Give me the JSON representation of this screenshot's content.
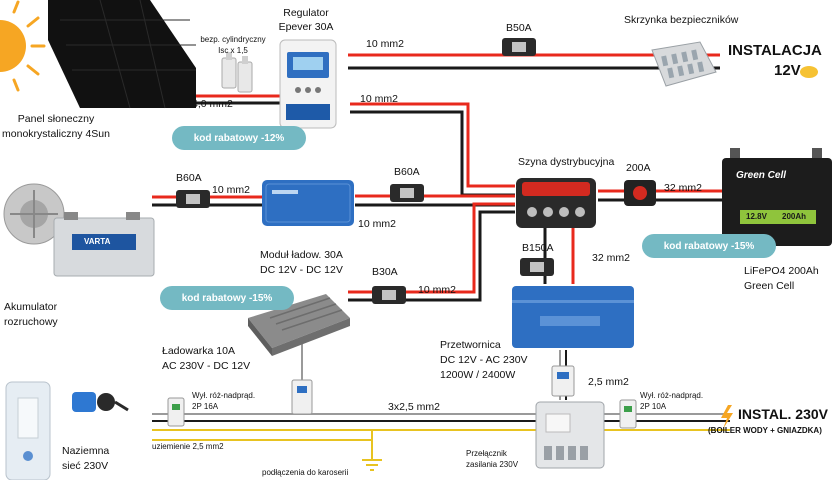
{
  "colors": {
    "positive": "#e8291c",
    "negative": "#1a1a1a",
    "earth": "#e8c320",
    "ac": "#9a9a9a",
    "pill": "#74b9c3",
    "sun": "#f6a623",
    "victron": "#2e6fc2",
    "battery_green": "#8fc43c"
  },
  "labels": {
    "panel": [
      "Panel słoneczny",
      "monokrystaliczny 4Sun"
    ],
    "fuses_cyl": [
      "bezp. cylindryczny",
      "Isc x 1,5"
    ],
    "panel_wire": "4,0 mm2",
    "regulator": [
      "Regulator",
      "Epever 30A"
    ],
    "reg_wire_top": "10 mm2",
    "reg_wire_low": "10 mm2",
    "fuse_b50": "B50A",
    "fusebox": "Skrzynka bezpieczników",
    "install12": "INSTALACJA",
    "install12_v": "12V",
    "busbar": "Szyna dystrybucyjna",
    "fuse_200": "200A",
    "batt_wire": "32 mm2",
    "battery_label": [
      "LiFePO4 200Ah",
      "Green Cell"
    ],
    "battery_brand": "Green Cell",
    "battery_spec": [
      "12.8V",
      "200Ah"
    ],
    "fuse_b60_left": "B60A",
    "alt_wire": "10 mm2",
    "fuse_b60_right": "B60A",
    "dcdc_wire_out": "10 mm2",
    "dcdc_label": [
      "Moduł ładow. 30A",
      "DC 12V - DC 12V"
    ],
    "alt_label": [
      "Akumulator",
      "rozruchowy"
    ],
    "battery_varta": "VARTA",
    "fuse_b150": "B150A",
    "inv_wire": "32 mm2",
    "fuse_b30": "B30A",
    "charger_wire": "10 mm2",
    "charger_label": [
      "Ładowarka 10A",
      "AC 230V - DC 12V"
    ],
    "inverter_label": [
      "Przetwornica",
      "DC 12V - AC 230V",
      "1200W / 2400W"
    ],
    "inv_ac_wire": "2,5 mm2",
    "rcd_left": [
      "Wył. róż-nadprąd.",
      "2P 16A"
    ],
    "ac_wire": "3x2,5 mm2",
    "rcd_right": [
      "Wył. róż-nadprąd.",
      "2P 10A"
    ],
    "install230": "INSTAL. 230V",
    "install230_sub": "(BOILER WODY + GNIAZDKA)",
    "shore": [
      "Naziemna",
      "sieć 230V"
    ],
    "earth_wire": "uziemienie 2,5 mm2",
    "chassis": "podłączenia do karoserii",
    "switch": [
      "Przełącznik",
      "zasilania 230V"
    ]
  },
  "pills": [
    "kod rabatowy -12%",
    "kod rabatowy -15%",
    "kod rabatowy -15%"
  ]
}
